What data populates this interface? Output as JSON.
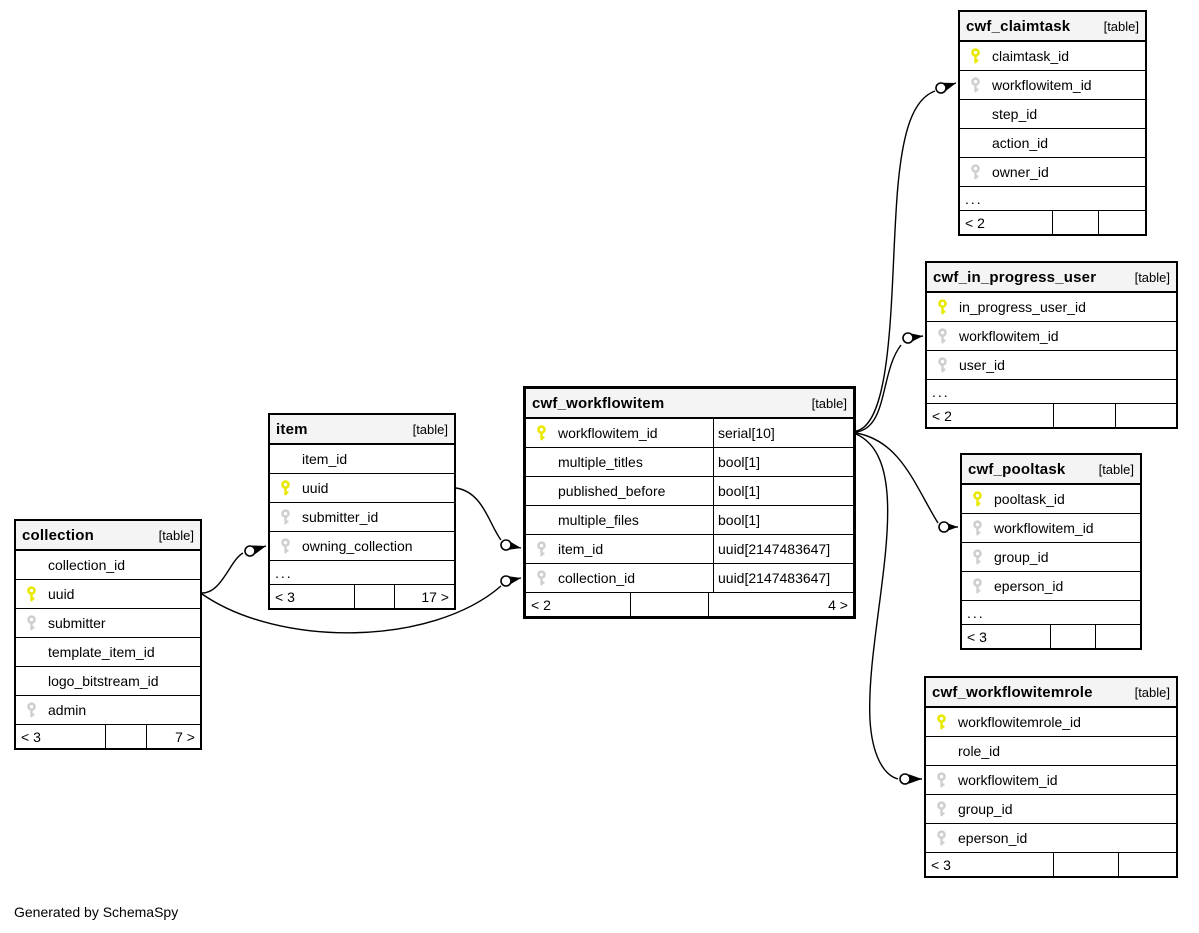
{
  "note": "Generated by SchemaSpy",
  "colors": {
    "pk_key": "#e8e800",
    "fk_key": "#cfcfcf",
    "header_bg": "#f4f4f4",
    "line": "#000000"
  },
  "tables": [
    {
      "id": "cwf_claimtask",
      "name": "cwf_claimtask",
      "badge": "[table]",
      "columns": [
        {
          "name": "claimtask_id",
          "key": "pk"
        },
        {
          "name": "workflowitem_id",
          "key": "fk"
        },
        {
          "name": "step_id",
          "key": ""
        },
        {
          "name": "action_id",
          "key": ""
        },
        {
          "name": "owner_id",
          "key": "fk"
        },
        {
          "name": "...",
          "key": "",
          "ellipsis": true
        }
      ],
      "footer": {
        "left": "< 2",
        "mid": "",
        "right": ""
      }
    },
    {
      "id": "cwf_in_progress_user",
      "name": "cwf_in_progress_user",
      "badge": "[table]",
      "columns": [
        {
          "name": "in_progress_user_id",
          "key": "pk"
        },
        {
          "name": "workflowitem_id",
          "key": "fk"
        },
        {
          "name": "user_id",
          "key": "fk"
        },
        {
          "name": "...",
          "key": "",
          "ellipsis": true
        }
      ],
      "footer": {
        "left": "< 2",
        "mid": "",
        "right": ""
      }
    },
    {
      "id": "cwf_workflowitem",
      "name": "cwf_workflowitem",
      "badge": "[table]",
      "columns": [
        {
          "name": "workflowitem_id",
          "key": "pk",
          "type": "serial[10]"
        },
        {
          "name": "multiple_titles",
          "key": "",
          "type": "bool[1]"
        },
        {
          "name": "published_before",
          "key": "",
          "type": "bool[1]"
        },
        {
          "name": "multiple_files",
          "key": "",
          "type": "bool[1]"
        },
        {
          "name": "item_id",
          "key": "fk",
          "type": "uuid[2147483647]"
        },
        {
          "name": "collection_id",
          "key": "fk",
          "type": "uuid[2147483647]"
        }
      ],
      "footer": {
        "left": "< 2",
        "mid": "",
        "right": "4 >"
      }
    },
    {
      "id": "cwf_pooltask",
      "name": "cwf_pooltask",
      "badge": "[table]",
      "columns": [
        {
          "name": "pooltask_id",
          "key": "pk"
        },
        {
          "name": "workflowitem_id",
          "key": "fk"
        },
        {
          "name": "group_id",
          "key": "fk"
        },
        {
          "name": "eperson_id",
          "key": "fk"
        },
        {
          "name": "...",
          "key": "",
          "ellipsis": true
        }
      ],
      "footer": {
        "left": "< 3",
        "mid": "",
        "right": ""
      }
    },
    {
      "id": "cwf_workflowitemrole",
      "name": "cwf_workflowitemrole",
      "badge": "[table]",
      "columns": [
        {
          "name": "workflowitemrole_id",
          "key": "pk"
        },
        {
          "name": "role_id",
          "key": ""
        },
        {
          "name": "workflowitem_id",
          "key": "fk"
        },
        {
          "name": "group_id",
          "key": "fk"
        },
        {
          "name": "eperson_id",
          "key": "fk"
        }
      ],
      "footer": {
        "left": "< 3",
        "mid": "",
        "right": ""
      }
    },
    {
      "id": "item",
      "name": "item",
      "badge": "[table]",
      "columns": [
        {
          "name": "item_id",
          "key": ""
        },
        {
          "name": "uuid",
          "key": "pk"
        },
        {
          "name": "submitter_id",
          "key": "fk"
        },
        {
          "name": "owning_collection",
          "key": "fk"
        },
        {
          "name": "...",
          "key": "",
          "ellipsis": true
        }
      ],
      "footer": {
        "left": "< 3",
        "mid": "",
        "right": "17 >"
      }
    },
    {
      "id": "collection",
      "name": "collection",
      "badge": "[table]",
      "columns": [
        {
          "name": "collection_id",
          "key": ""
        },
        {
          "name": "uuid",
          "key": "pk"
        },
        {
          "name": "submitter",
          "key": "fk"
        },
        {
          "name": "template_item_id",
          "key": ""
        },
        {
          "name": "logo_bitstream_id",
          "key": ""
        },
        {
          "name": "admin",
          "key": "fk"
        }
      ],
      "footer": {
        "left": "< 3",
        "mid": "",
        "right": "7 >"
      }
    }
  ],
  "relationships": [
    {
      "from": "collection.uuid",
      "to": "item.owning_collection"
    },
    {
      "from": "collection.uuid",
      "to": "cwf_workflowitem.collection_id"
    },
    {
      "from": "item.uuid",
      "to": "cwf_workflowitem.item_id"
    },
    {
      "from": "cwf_workflowitem.workflowitem_id",
      "to": "cwf_claimtask.workflowitem_id"
    },
    {
      "from": "cwf_workflowitem.workflowitem_id",
      "to": "cwf_in_progress_user.workflowitem_id"
    },
    {
      "from": "cwf_workflowitem.workflowitem_id",
      "to": "cwf_pooltask.workflowitem_id"
    },
    {
      "from": "cwf_workflowitem.workflowitem_id",
      "to": "cwf_workflowitemrole.workflowitem_id"
    }
  ]
}
